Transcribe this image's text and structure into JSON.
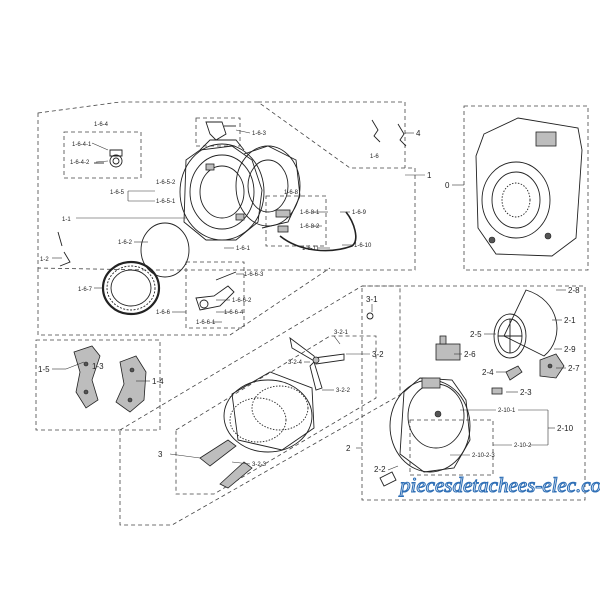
{
  "labels": {
    "l_1_6_4": "1-6-4",
    "l_1_6_4_1": "1-6-4-1",
    "l_1_6_4_2": "1-6-4-2",
    "l_1_6_3": "1-6-3",
    "l_4": "4",
    "l_1_6": "1-6",
    "l_1": "1",
    "l_0": "0",
    "l_1_6_5": "1-6-5",
    "l_1_6_5_2": "1-6-5-2",
    "l_1_6_5_1": "1-6-5-1",
    "l_1_1": "1-1",
    "l_1_6_8": "1-6-8",
    "l_1_6_8_1": "1-6-8-1",
    "l_1_6_8_2": "1-6-8-2",
    "l_1_6_9": "1-6-9",
    "l_1_6_2": "1-6-2",
    "l_1_6_1": "1-6-1",
    "l_1_6_10": "1-6-10",
    "l_1_6_11": "1-6-11",
    "l_1_2": "1-2",
    "l_1_6_7": "1-6-7",
    "l_1_6_6_3": "1-6-6-3",
    "l_1_6_6_2": "1-6-6-2",
    "l_1_6_6_4": "1-6-6-4",
    "l_1_6_6_1": "1-6-6-1",
    "l_1_6_6": "1-6-6",
    "l_3_1": "3-1",
    "l_3_2_1": "3-2-1",
    "l_3_2": "3-2",
    "l_3_2_4": "3-2-4",
    "l_3_2_2": "3-2-2",
    "l_1_5": "1-5",
    "l_1_3": "1-3",
    "l_1_4": "1-4",
    "l_3": "3",
    "l_3_2_3": "3-2-3",
    "l_2_8": "2-8",
    "l_2_1": "2-1",
    "l_2_5": "2-5",
    "l_2_6": "2-6",
    "l_2_9": "2-9",
    "l_2_7": "2-7",
    "l_2_4": "2-4",
    "l_2_3": "2-3",
    "l_2_10_1": "2-10-1",
    "l_2_10": "2-10",
    "l_2_10_2": "2-10-2",
    "l_2": "2",
    "l_2_10_2_3": "2-10-2-3",
    "l_2_2": "2-2"
  },
  "watermark": "piecesdetachees-elec.com"
}
